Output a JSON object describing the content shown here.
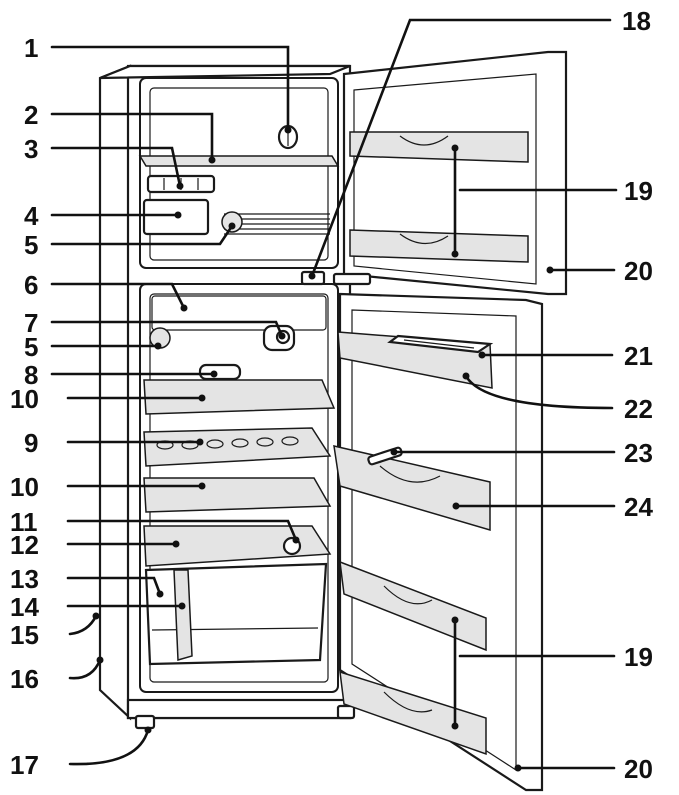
{
  "callouts": [
    {
      "id": "c1",
      "label": "1"
    },
    {
      "id": "c2",
      "label": "2"
    },
    {
      "id": "c3",
      "label": "3"
    },
    {
      "id": "c4",
      "label": "4"
    },
    {
      "id": "c5a",
      "label": "5"
    },
    {
      "id": "c6",
      "label": "6"
    },
    {
      "id": "c7",
      "label": "7"
    },
    {
      "id": "c5b",
      "label": "5"
    },
    {
      "id": "c8",
      "label": "8"
    },
    {
      "id": "c10a",
      "label": "10"
    },
    {
      "id": "c9",
      "label": "9"
    },
    {
      "id": "c10b",
      "label": "10"
    },
    {
      "id": "c11",
      "label": "11"
    },
    {
      "id": "c12",
      "label": "12"
    },
    {
      "id": "c13",
      "label": "13"
    },
    {
      "id": "c14",
      "label": "14"
    },
    {
      "id": "c15",
      "label": "15"
    },
    {
      "id": "c16",
      "label": "16"
    },
    {
      "id": "c17",
      "label": "17"
    },
    {
      "id": "c18",
      "label": "18"
    },
    {
      "id": "c19a",
      "label": "19"
    },
    {
      "id": "c20a",
      "label": "20"
    },
    {
      "id": "c21",
      "label": "21"
    },
    {
      "id": "c22",
      "label": "22"
    },
    {
      "id": "c23",
      "label": "23"
    },
    {
      "id": "c24",
      "label": "24"
    },
    {
      "id": "c19b",
      "label": "19"
    },
    {
      "id": "c20b",
      "label": "20"
    }
  ]
}
